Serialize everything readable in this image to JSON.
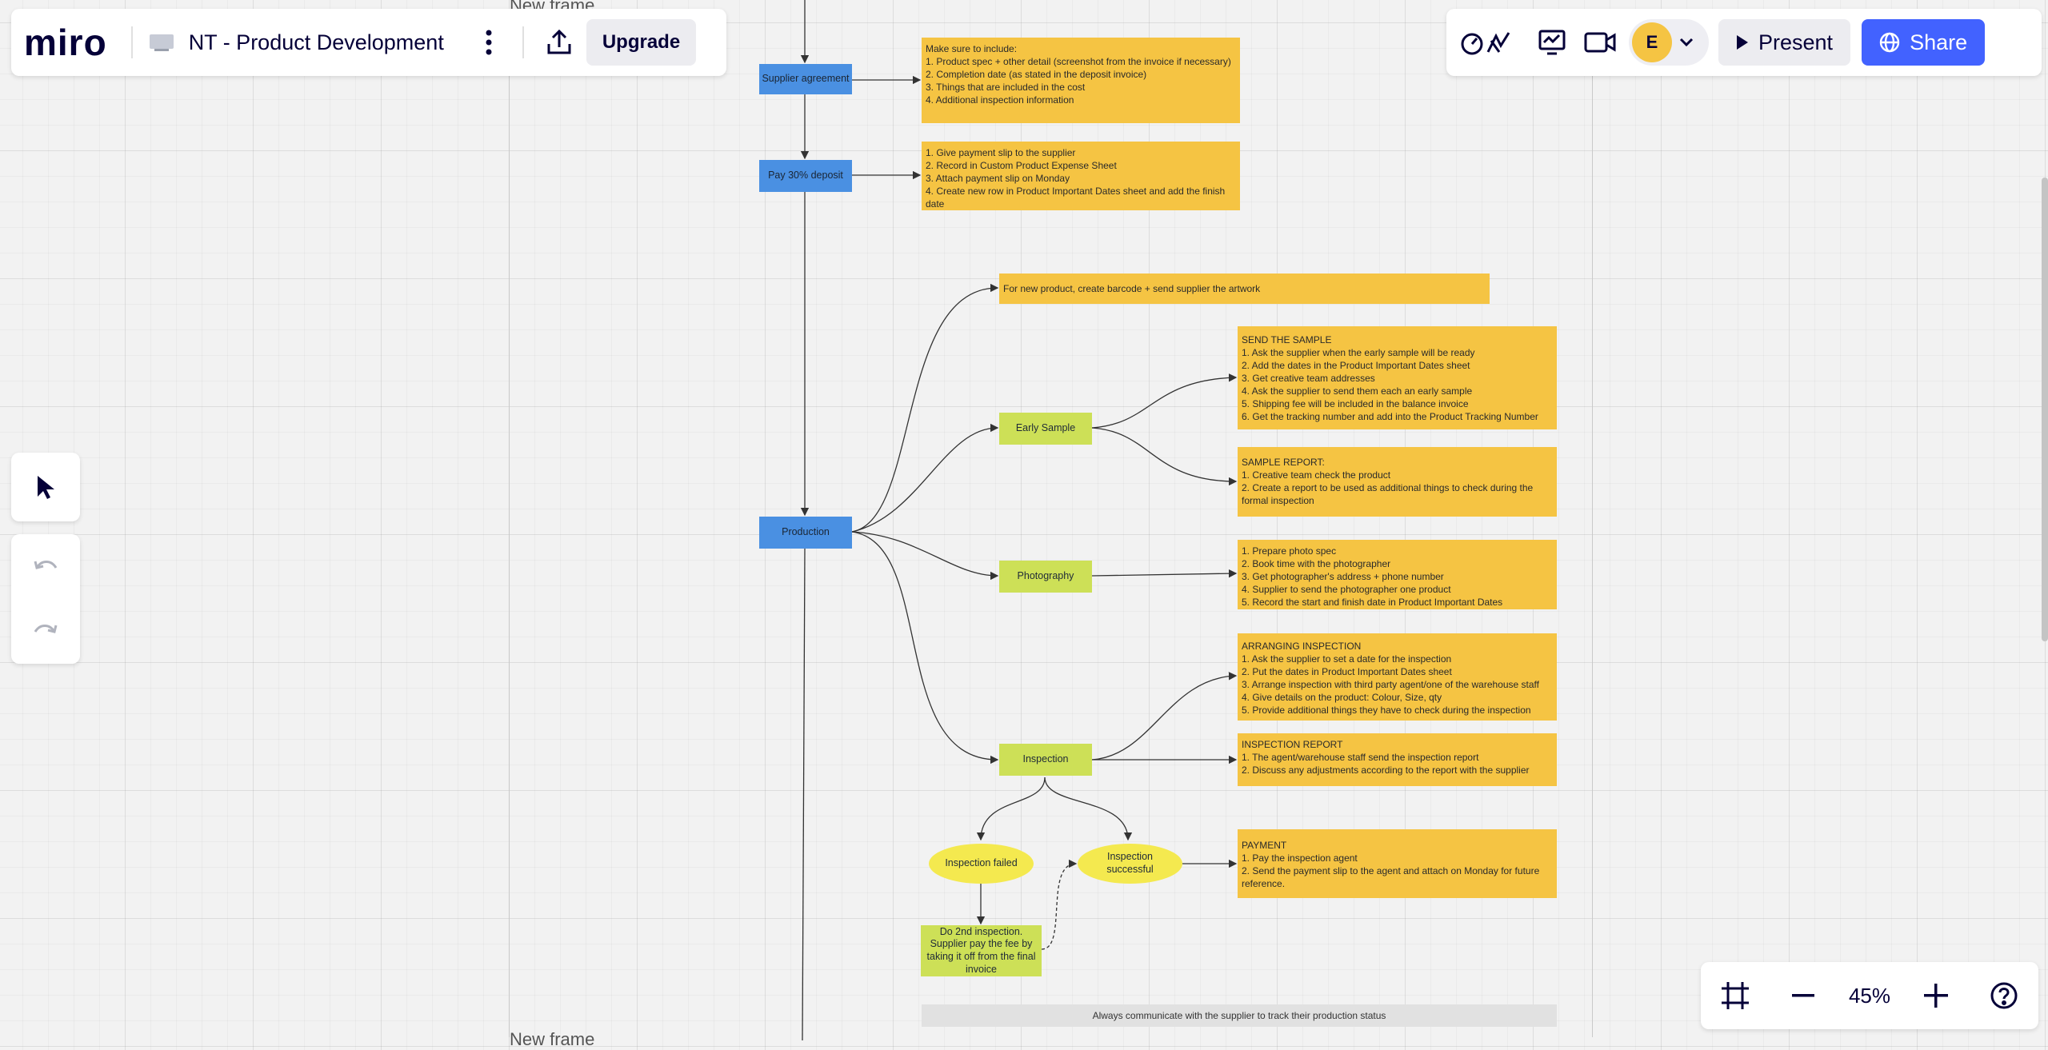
{
  "app": {
    "logo": "miro",
    "board_title": "NT - Product Development",
    "upgrade_label": "Upgrade"
  },
  "header_right": {
    "avatar_initial": "E",
    "present_label": "Present",
    "share_label": "Share"
  },
  "frames": {
    "top_label": "New frame",
    "bottom_label": "New frame"
  },
  "flow": {
    "supplier_agreement": "Supplier agreement",
    "pay_deposit": "Pay 30% deposit",
    "production": "Production",
    "early_sample": "Early Sample",
    "photography": "Photography",
    "inspection": "Inspection",
    "inspection_failed": "Inspection failed",
    "inspection_successful": "Inspection successful",
    "second_inspection": "Do 2nd inspection. Supplier pay the fee by taking it off from the final invoice"
  },
  "notes": {
    "make_sure": "Make sure to include:\n1. Product spec + other detail (screenshot from the invoice if necessary)\n2. Completion date (as stated in the deposit invoice)\n3. Things that are included in the cost\n4. Additional inspection information",
    "payment_slip": "1. Give payment slip to the supplier\n2. Record in Custom Product Expense Sheet\n3. Attach payment slip on Monday\n4. Create new row in Product Important Dates sheet and add the finish date",
    "barcode": "For new product, create barcode + send supplier the artwork",
    "send_sample": "SEND THE SAMPLE\n1. Ask the supplier when the early sample will be ready\n2. Add the dates in the Product Important Dates sheet\n3. Get creative team addresses\n4. Ask the supplier to send them each an early sample\n5. Shipping fee will be included in the balance invoice\n6. Get the tracking number and add into the Product Tracking Number",
    "sample_report": "SAMPLE REPORT:\n1. Creative team check the product\n2. Create a report to be used as additional things to check during the formal inspection",
    "photography": "1. Prepare photo spec\n2. Book time with the photographer\n3. Get photographer's address + phone number\n4. Supplier to send the photographer one product\n5. Record the start and finish date in Product Important Dates",
    "arranging": "ARRANGING INSPECTION\n1. Ask the supplier to set a date for the inspection\n2. Put the dates in Product Important Dates sheet\n3. Arrange inspection with third party agent/one of the warehouse staff\n4. Give details on the product: Colour, Size, qty\n5. Provide additional things they have to check during the inspection",
    "inspection_report": "INSPECTION REPORT\n1. The agent/warehouse staff send the inspection report\n2. Discuss any adjustments according to the report with the supplier",
    "payment": "PAYMENT\n1. Pay the inspection agent\n2. Send the payment slip to the agent and attach on Monday for future reference.",
    "communicate": "Always communicate with the supplier to track their production status"
  },
  "zoom": {
    "level": "45%"
  },
  "colors": {
    "accent": "#4262ff",
    "note": "#f5c443",
    "process": "#4a90e2",
    "step": "#cde057",
    "decision": "#f4e94f"
  }
}
